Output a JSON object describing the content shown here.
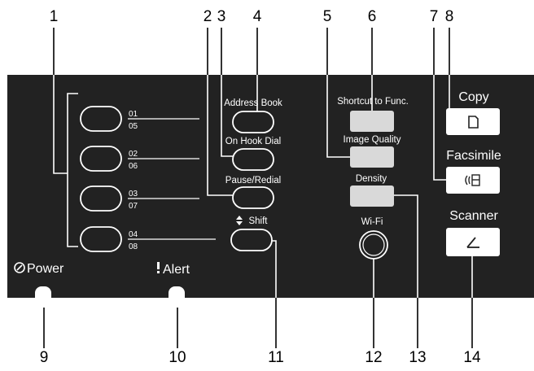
{
  "callouts": [
    "1",
    "2",
    "3",
    "4",
    "5",
    "6",
    "7",
    "8",
    "9",
    "10",
    "11",
    "12",
    "13",
    "14"
  ],
  "one_touch": [
    {
      "top": "01",
      "bottom": "05"
    },
    {
      "top": "02",
      "bottom": "06"
    },
    {
      "top": "03",
      "bottom": "07"
    },
    {
      "top": "04",
      "bottom": "08"
    }
  ],
  "labels": {
    "address_book": "Address Book",
    "on_hook_dial": "On Hook Dial",
    "pause_redial": "Pause/Redial",
    "shift": "Shift",
    "shortcut": "Shortcut to Func.",
    "image_quality": "Image Quality",
    "density": "Density",
    "wifi": "Wi-Fi",
    "copy": "Copy",
    "facsimile": "Facsimile",
    "scanner": "Scanner",
    "power": "Power",
    "alert": "Alert"
  },
  "icons": {
    "power": "power-icon",
    "alert": "exclamation-icon",
    "shift": "up-down-arrow-icon",
    "copy": "document-icon",
    "facsimile": "fax-icon",
    "scanner": "scanner-icon"
  },
  "colors": {
    "panel": "#222222",
    "text": "#ffffff",
    "mode_button": "#ffffff",
    "func_button": "#d9d9d9",
    "callout_line": "#000000"
  }
}
